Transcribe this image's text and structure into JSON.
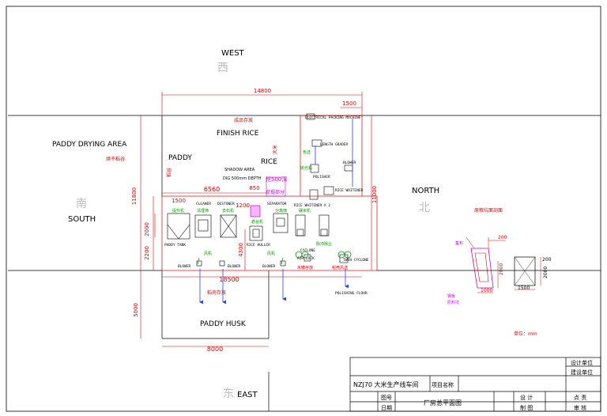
{
  "compass": {
    "west_en": "WEST",
    "west_cn": "西",
    "south_cn": "南",
    "south_en": "SOUTH",
    "north_en": "NORTH",
    "north_cn": "北",
    "east_cn": "东",
    "east_en": "EAST"
  },
  "areas": {
    "paddy_drying": "PADDY DRYING AREA",
    "paddy_drying_cn": "烘干稻谷",
    "finish_rice": "FINISH RICE",
    "finish_rice_cn": "成品存放",
    "paddy": "PADDY",
    "paddy_cn": "稻谷",
    "rice": "RICE",
    "rice_cn": "大米",
    "paddy_husk": "PADDY HUSK",
    "paddy_husk_cn": "稻壳存放",
    "shadow_area_1": "SHADOW AREA",
    "shadow_area_2": "DIG 500mm DEPTH",
    "dig_cn": "挖500深",
    "dig_part_cn": "挖掘部分"
  },
  "equipment": {
    "packing": "ELECTRICAL PACKING MACHINE",
    "length_grader": "LENGTH GRADER",
    "polisher": "POLISHER",
    "blower_top": "BLOWER",
    "rice_whitener_1": "RICE WHITENER",
    "cleaner": "CLEANER",
    "destoner": "DESTONER",
    "separator": "SEPARATOR",
    "rice_whitener_2": "RICE WHITENER X 2",
    "paddy_tank": "PADDY TANK",
    "rice_huller": "RICE HULLER",
    "cyclone_1": "CYCLONE",
    "air_lock": "AIR LOCK",
    "twin_cyclone": "TWIN CYCLONE",
    "blower_1": "BLOWER",
    "blower_2": "BLOWER",
    "blower_3": "BLOWER",
    "bran_cn": "米糠存放",
    "husk_blower_cn": "稻壳风送",
    "polishing_flour": "POLISHING FLOUR",
    "cn_tank": "提升机",
    "cn_cleaner": "清理筛",
    "cn_destoner": "去石机",
    "cn_huller": "砻谷机",
    "cn_sep": "分离筛",
    "cn_whitener": "碾米机",
    "cn_grader": "色选",
    "cn_polisher": "抛光机",
    "cn_wind": "风机",
    "cn_wind2": "风机",
    "cn_cyclone": "脉冲除尘"
  },
  "dimensions": {
    "d14800": "14800",
    "d1500_top": "1500",
    "d6560": "6560",
    "d1500": "1500",
    "d850": "850",
    "d1200": "1200",
    "d11800": "11800",
    "d2000": "2000",
    "d2200": "2200",
    "d4300": "4300",
    "d11000": "11000",
    "d18500": "18500",
    "d5000": "5000",
    "d8000": "8000"
  },
  "detail": {
    "title_cn": "原粮坑面剖面",
    "d200": "200",
    "d1000": "1000",
    "d2000": "2000",
    "d1500": "1500",
    "d200b": "200",
    "d2000b": "2000",
    "label1": "集料",
    "label2": "钢板",
    "label3": "原料坑",
    "unit": "单位：mm"
  },
  "title_block": {
    "design_unit": "设计单位",
    "build_unit": "建设单位",
    "drawing_name": "NZJ70 大米生产线车间",
    "project_label": "项目名称",
    "fig_no": "图号",
    "date": "日期",
    "plan_title": "厂房总平面图",
    "design": "设 计",
    "draw": "制 图",
    "check": "点 责",
    "review": "审 核"
  }
}
